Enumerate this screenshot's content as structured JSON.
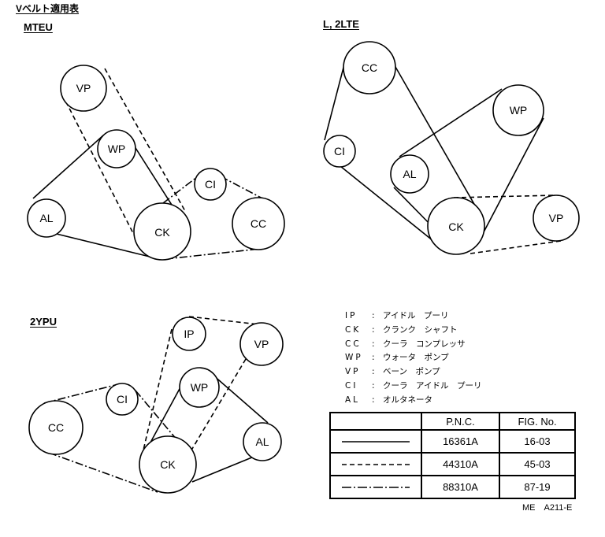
{
  "header": {
    "doc_title": "Vベルト適用表",
    "section_mteu": "MTEU",
    "section_l2lte": "L, 2LTE",
    "section_2ypu": "2YPU"
  },
  "pulleys": {
    "mteu": [
      {
        "id": "vp",
        "label": "VP"
      },
      {
        "id": "wp",
        "label": "WP"
      },
      {
        "id": "ci",
        "label": "CI"
      },
      {
        "id": "al",
        "label": "AL"
      },
      {
        "id": "ck",
        "label": "CK"
      },
      {
        "id": "cc",
        "label": "CC"
      }
    ],
    "l2lte": [
      {
        "id": "cc",
        "label": "CC"
      },
      {
        "id": "wp",
        "label": "WP"
      },
      {
        "id": "ci",
        "label": "CI"
      },
      {
        "id": "al",
        "label": "AL"
      },
      {
        "id": "ck",
        "label": "CK"
      },
      {
        "id": "vp",
        "label": "VP"
      }
    ],
    "ypu": [
      {
        "id": "ip",
        "label": "IP"
      },
      {
        "id": "vp",
        "label": "VP"
      },
      {
        "id": "ci",
        "label": "CI"
      },
      {
        "id": "wp",
        "label": "WP"
      },
      {
        "id": "cc",
        "label": "CC"
      },
      {
        "id": "al",
        "label": "AL"
      },
      {
        "id": "ck",
        "label": "CK"
      }
    ]
  },
  "legend": [
    {
      "code": "IP",
      "desc": "アイドル　プーリ"
    },
    {
      "code": "CK",
      "desc": "クランク　シャフト"
    },
    {
      "code": "CC",
      "desc": "クーラ　コンプレッサ"
    },
    {
      "code": "WP",
      "desc": "ウォータ　ポンプ"
    },
    {
      "code": "VP",
      "desc": "ベーン　ポンプ"
    },
    {
      "code": "CI",
      "desc": "クーラ　アイドル　プーリ"
    },
    {
      "code": "AL",
      "desc": "オルタネータ"
    }
  ],
  "table": {
    "headers": [
      "",
      "P.N.C.",
      "FIG. No."
    ],
    "rows": [
      {
        "line_style": "solid",
        "pnc": "16361A",
        "fig": "16-03"
      },
      {
        "line_style": "dashed",
        "pnc": "44310A",
        "fig": "45-03"
      },
      {
        "line_style": "dash-dot",
        "pnc": "88310A",
        "fig": "87-19"
      }
    ]
  },
  "footer_code": "ME　A211-E"
}
